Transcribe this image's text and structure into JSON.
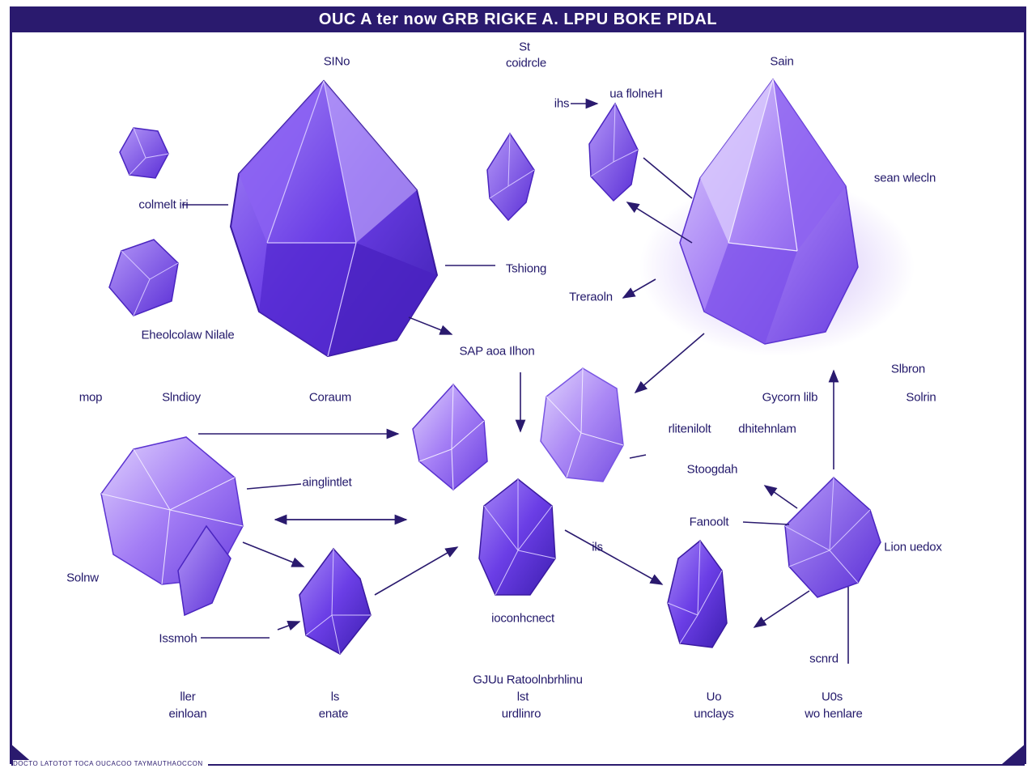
{
  "title": "OUC A ter now GRB RIGKE A. LPPU BOKE PIDAL",
  "footer": "DOCTO LATOTOT TOCA OUCACOO   TAYMAUTHAOCCON",
  "colors": {
    "frame": "#2a1a6e",
    "crystal_dark": "#5b2fd8",
    "crystal_mid": "#8a5cf0",
    "crystal_light": "#c9b3fb",
    "arrow": "#2a1a6e"
  },
  "labels": {
    "l01": "SINo",
    "l02": "St",
    "l03": "coidrcle",
    "l04": "Sain",
    "l05": "ua flolneH",
    "l06": "ihs",
    "l07": "sean wlecln",
    "l08": "colmelt iri",
    "l09": "Tshiong",
    "l10": "Treraoln",
    "l11": "Eheolcolaw Nilale",
    "l12": "SAP aoa Ilhon",
    "l13": "Slbron",
    "l14": "mop",
    "l15": "Slndioy",
    "l16": "Coraum",
    "l17": "Gycorn lilb",
    "l18": "Solrin",
    "l19": "rlitenilolt",
    "l20": "dhitehnlam",
    "l21": "ainglintlet",
    "l22": "Stoogdah",
    "l23": "Fanoolt",
    "l24": "Solnw",
    "l25": "Lion uedox",
    "l26": "ils",
    "l27": "Issmoh",
    "l28": "ioconhcnect",
    "l29": "scnrd",
    "l30": "GJUu Ratoolnbrhlinu",
    "l31": "lst",
    "l32": "urdlinro",
    "l33": "ller",
    "l34": "einloan",
    "l35": "ls",
    "l36": "enate",
    "l37": "Uo",
    "l38": "unclays",
    "l39": "U0s",
    "l40": "wo henlare"
  }
}
